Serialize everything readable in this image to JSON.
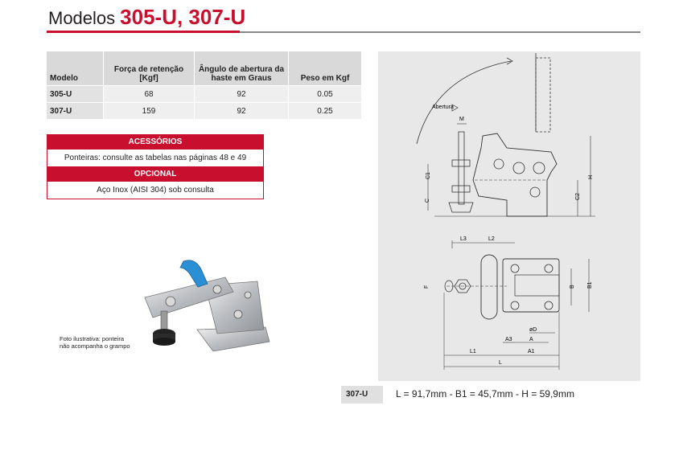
{
  "header": {
    "model_word": "Modelos",
    "codes": "305-U, 307-U"
  },
  "spec_table": {
    "columns": [
      "Modelo",
      "Força de retenção [Kgf]",
      "Ângulo de abertura da haste em Graus",
      "Peso em Kgf"
    ],
    "rows": [
      [
        "305-U",
        "68",
        "92",
        "0.05"
      ],
      [
        "307-U",
        "159",
        "92",
        "0.25"
      ]
    ]
  },
  "accessories": {
    "header": "ACESSÓRIOS",
    "text": "Ponteiras: consulte as tabelas nas páginas 48 e 49",
    "optional_header": "OPCIONAL",
    "optional_text": "Aço Inox (AISI 304) sob consulta"
  },
  "photo_caption": {
    "line1": "Foto ilustrativa: ponteira",
    "line2": "não acompanha o grampo"
  },
  "drawing_labels": {
    "abertura": "Abertura",
    "m": "M",
    "c1": "C1",
    "c": "C",
    "h": "H",
    "c2": "C2",
    "l3": "L3",
    "l2": "L2",
    "f": "F",
    "b": "B",
    "b1": "B1",
    "od": "øD",
    "a3": "A3",
    "a": "A",
    "l1": "L1",
    "a1": "A1",
    "l": "L"
  },
  "bottom": {
    "model": "307-U",
    "dims": "L = 91,7mm  - B1 = 45,7mm  - H = 59,9mm"
  }
}
